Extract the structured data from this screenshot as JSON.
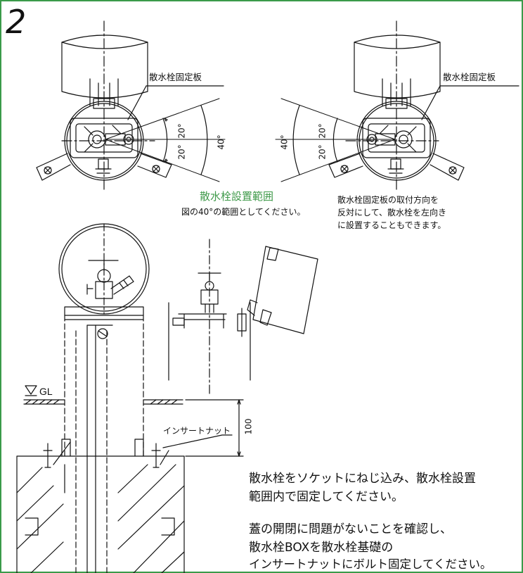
{
  "step_number": "2",
  "labels": {
    "plate_left": "散水栓固定板",
    "plate_right": "散水栓固定板",
    "gl": "GL",
    "insert_nut": "インサートナット",
    "dim_100": "100",
    "ang_20_a": "20°",
    "ang_20_b": "20°",
    "ang_40_a": "40°",
    "ang_20_c": "20°",
    "ang_20_d": "20°",
    "ang_40_b": "40°"
  },
  "range": {
    "title": "散水栓設置範囲",
    "desc": "図の40°の範囲としてください。"
  },
  "note_lines": [
    "散水栓固定板の取付方向を",
    "反対にして、散水栓を左向き",
    "に設置することもできます。"
  ],
  "instructions": [
    "散水栓をソケットにねじ込み、散水栓設置",
    "範囲内で固定してください。",
    "蓋の開閉に問題がないことを確認し、",
    "散水栓BOXを散水栓基礎の",
    "インサートナットにボルト固定してください。"
  ],
  "colors": {
    "frame": "#3a9a4a",
    "accent_text": "#3f9a4a"
  }
}
